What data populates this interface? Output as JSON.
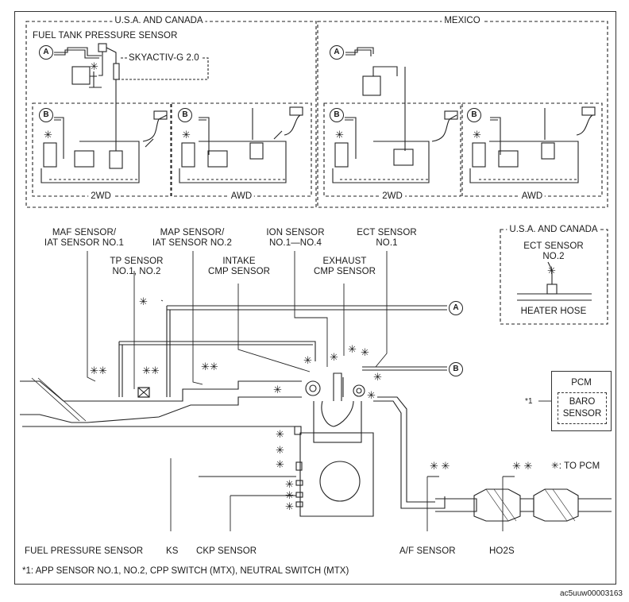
{
  "panels": {
    "usa_canada_title": "U.S.A. AND CANADA",
    "mexico_title": "MEXICO",
    "fuel_tank_pressure_sensor": "FUEL TANK PRESSURE SENSOR",
    "skyactiv_label": "SKYACTIV-G 2.0",
    "subpanels": [
      "2WD",
      "AWD",
      "2WD",
      "AWD"
    ]
  },
  "connectors": {
    "a": "A",
    "b": "B"
  },
  "engine_labels": {
    "maf_sensor": "MAF SENSOR/\nIAT SENSOR NO.1",
    "tp_sensor": "TP SENSOR\nNO.1, NO.2",
    "map_sensor": "MAP SENSOR/\nIAT SENSOR NO.2",
    "intake_cmp": "INTAKE\nCMP SENSOR",
    "ion_sensor": "ION SENSOR\nNO.1—NO.4",
    "exhaust_cmp": "EXHAUST\nCMP SENSOR",
    "ect_sensor_1": "ECT SENSOR\nNO.1",
    "fuel_pressure_sensor": "FUEL PRESSURE SENSOR",
    "ks": "KS",
    "ckp_sensor": "CKP SENSOR",
    "af_sensor": "A/F SENSOR",
    "ho2s": "HO2S"
  },
  "inset": {
    "title": "U.S.A. AND CANADA",
    "ect_sensor_2": "ECT SENSOR\nNO.2",
    "heater_hose": "HEATER HOSE"
  },
  "pcm": {
    "label": "PCM",
    "note_ref": "*1",
    "baro_sensor": "BARO\nSENSOR"
  },
  "legend": {
    "symbol": "✳",
    "text": ": TO PCM"
  },
  "footnote": "*1: APP SENSOR NO.1, NO.2, CPP SWITCH (MTX), NEUTRAL SWITCH (MTX)",
  "figure_code": "ac5uuw00003163"
}
